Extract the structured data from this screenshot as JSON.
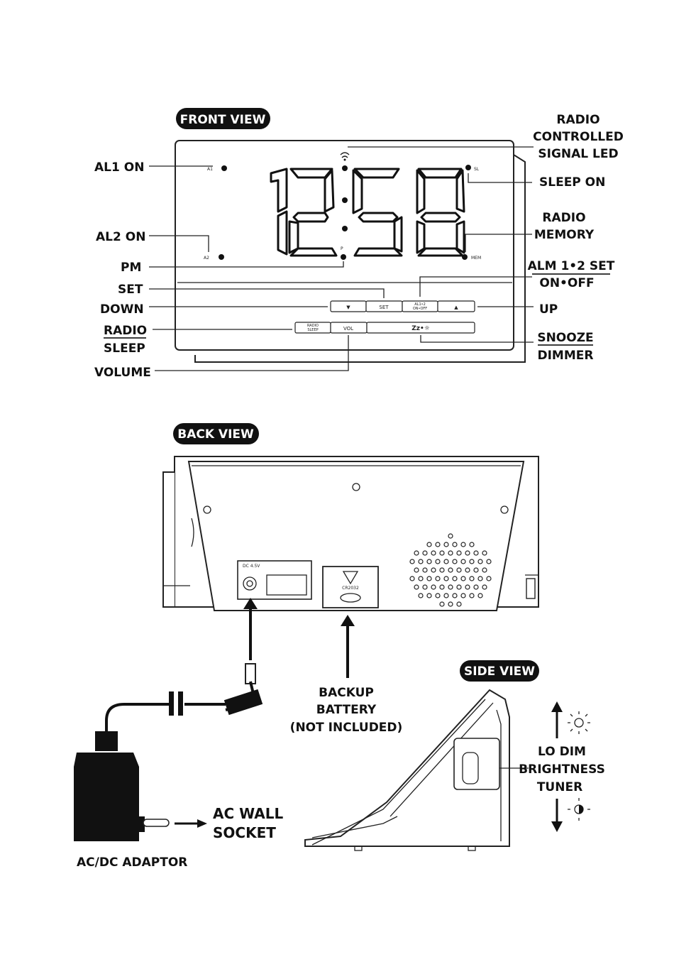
{
  "front": {
    "title": "FRONT VIEW",
    "display": {
      "digits": "1258",
      "a1": "A1",
      "a2": "A2",
      "sl": "SL",
      "mem": "MEM",
      "p": "P"
    },
    "buttons": {
      "down": "▼",
      "set": "SET",
      "alm": "AL1•2\nON•OFF",
      "up": "▲",
      "radio_sleep": "RADIO\nSLEEP",
      "vol": "VOL",
      "snooze": "Zz•☼"
    },
    "labels": {
      "al1_on": "AL1 ON",
      "al2_on": "AL2 ON",
      "pm": "PM",
      "set": "SET",
      "down": "DOWN",
      "radio": "RADIO",
      "sleep": "SLEEP",
      "volume": "VOLUME",
      "radio_controlled_1": "RADIO",
      "radio_controlled_2": "CONTROLLED",
      "radio_controlled_3": "SIGNAL LED",
      "sleep_on": "SLEEP ON",
      "radio_memory_1": "RADIO",
      "radio_memory_2": "MEMORY",
      "alm_set_1": "ALM 1•2 SET",
      "alm_set_2": "ON•OFF",
      "up": "UP",
      "snooze": "SNOOZE",
      "dimmer": "DIMMER"
    }
  },
  "back": {
    "title": "BACK VIEW",
    "dc_label": "DC 4.5V",
    "battery_code": "CR2032",
    "labels": {
      "backup_1": "BACKUP",
      "backup_2": "BATTERY",
      "backup_3": "(NOT INCLUDED)",
      "ac_1": "AC WALL",
      "ac_2": "SOCKET",
      "adaptor": "AC/DC ADAPTOR"
    }
  },
  "side": {
    "title": "SIDE VIEW",
    "labels": {
      "lo_dim": "LO DIM",
      "brightness": "BRIGHTNESS",
      "tuner": "TUNER"
    }
  },
  "icons": [
    "sun-bright-icon",
    "sun-dim-icon",
    "arrow-up-icon",
    "arrow-down-icon",
    "radio-signal-icon"
  ]
}
